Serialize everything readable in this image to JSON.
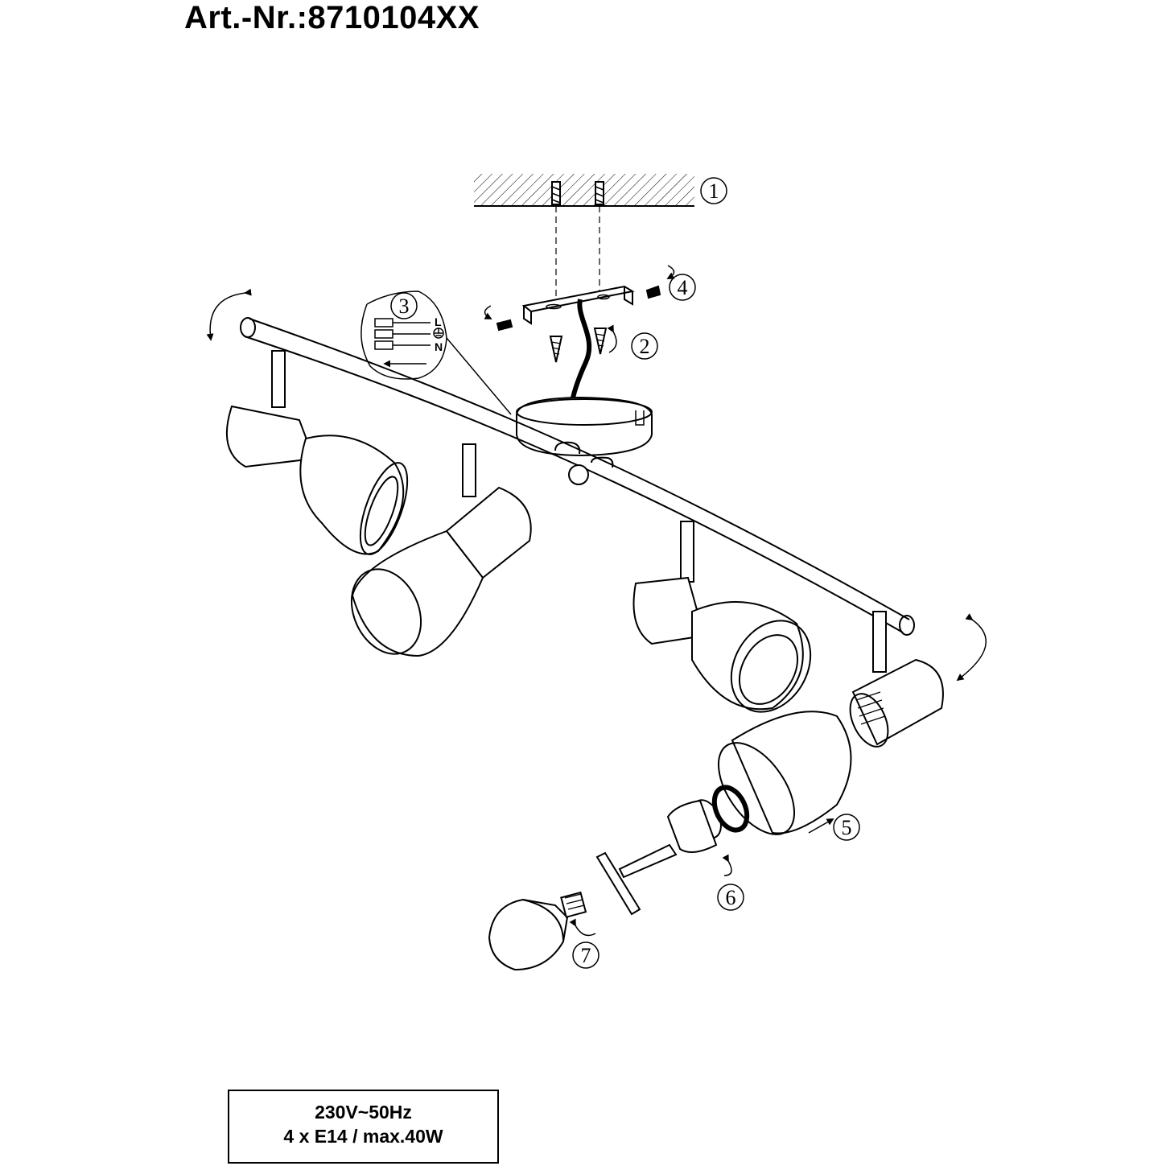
{
  "header": {
    "article_number": "Art.-Nr.:8710104XX"
  },
  "steps": [
    "1",
    "2",
    "3",
    "4",
    "5",
    "6",
    "7"
  ],
  "wiring": {
    "live": "L",
    "neutral": "N",
    "earth_symbol": "earth-ground-icon"
  },
  "spec": {
    "voltage": "230V~50Hz",
    "bulbs": "4 x E14 / max.40W"
  }
}
